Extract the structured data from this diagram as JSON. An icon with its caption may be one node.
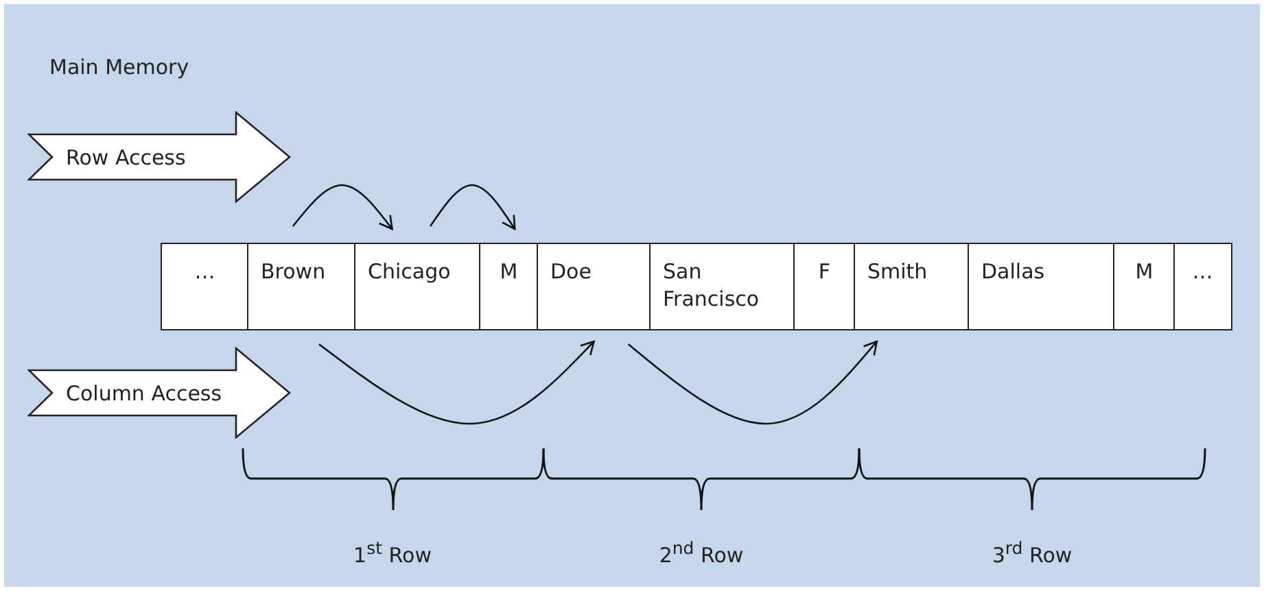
{
  "diagram": {
    "nodes": [
      {
        "text": [
          "Row Access"
        ]
      },
      {
        "text": [
          "Column Access"
        ]
      },
      {
        "text": [
          "…"
        ]
      },
      {
        "text": [
          "Brown"
        ]
      },
      {
        "text": [
          "Chicago"
        ]
      },
      {
        "text": [
          "M"
        ]
      },
      {
        "text": [
          "Doe"
        ]
      },
      {
        "text": [
          "San Francisco"
        ]
      },
      {
        "text": [
          "F"
        ]
      },
      {
        "text": [
          "Smith"
        ]
      },
      {
        "text": [
          "Dallas"
        ]
      },
      {
        "text": [
          "M"
        ]
      },
      {
        "text": [
          "…"
        ]
      }
    ],
    "edges": [
      {
        "from": 3,
        "to": 4,
        "arrow": "to"
      },
      {
        "from": 4,
        "to": 5,
        "arrow": "to"
      },
      {
        "from": 3,
        "to": 6,
        "arrow": "to"
      },
      {
        "from": 6,
        "to": 9,
        "arrow": "to"
      }
    ],
    "labels": [
      "Main Memory",
      "1$^{st}$ Row",
      "2$^{nd}$ Row",
      "3$^{rd}$ Row"
    ]
  }
}
